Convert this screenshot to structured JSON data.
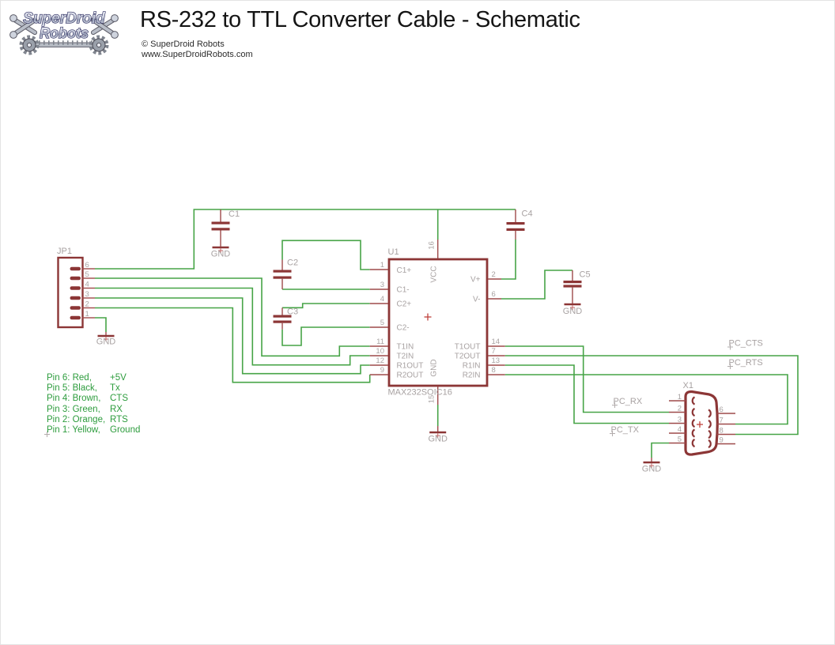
{
  "header": {
    "logo": {
      "line1": "SuperDroid",
      "line2": "Robots"
    },
    "title": "RS-232 to TTL Converter Cable - Schematic",
    "copyright": "© SuperDroid Robots",
    "website": "www.SuperDroidRobots.com"
  },
  "colors": {
    "wire_green": "#47a447",
    "component_red": "#8c3636",
    "stub_red": "#9e4a4a",
    "label_gray": "#a8a2a2",
    "legend_green": "#2d9c3d"
  },
  "legend": {
    "rows": [
      {
        "prefix": "Pin 6: Red,",
        "signal": "+5V"
      },
      {
        "prefix": "Pin 5: Black,",
        "signal": "Tx"
      },
      {
        "prefix": "Pin 4: Brown,",
        "signal": "CTS"
      },
      {
        "prefix": "Pin 3: Green,",
        "signal": "RX"
      },
      {
        "prefix": "Pin 2: Orange,",
        "signal": "RTS"
      },
      {
        "prefix": "Pin 1: Yellow,",
        "signal": "Ground"
      }
    ]
  },
  "jp1": {
    "name": "JP1",
    "pins": [
      "6",
      "5",
      "4",
      "3",
      "2",
      "1"
    ]
  },
  "u1": {
    "name": "U1",
    "value": "MAX232SOIC16",
    "vcc": "VCC",
    "gnd": "GND",
    "top_pin": "16",
    "bottom_pin": "15",
    "left_pins": [
      {
        "num": "1",
        "label": "C1+"
      },
      {
        "num": "3",
        "label": "C1-"
      },
      {
        "num": "4",
        "label": "C2+"
      },
      {
        "num": "5",
        "label": "C2-"
      },
      {
        "num": "11",
        "label": "T1IN"
      },
      {
        "num": "10",
        "label": "T2IN"
      },
      {
        "num": "12",
        "label": "R1OUT"
      },
      {
        "num": "9",
        "label": "R2OUT"
      }
    ],
    "right_pins": [
      {
        "num": "2",
        "label": "V+"
      },
      {
        "num": "6",
        "label": "V-"
      },
      {
        "num": "14",
        "label": "T1OUT"
      },
      {
        "num": "7",
        "label": "T2OUT"
      },
      {
        "num": "13",
        "label": "R1IN"
      },
      {
        "num": "8",
        "label": "R2IN"
      }
    ]
  },
  "capacitors": [
    {
      "name": "C1"
    },
    {
      "name": "C2"
    },
    {
      "name": "C3"
    },
    {
      "name": "C4"
    },
    {
      "name": "C5"
    }
  ],
  "x1": {
    "name": "X1",
    "left_pins": [
      "1",
      "2",
      "3",
      "4",
      "5"
    ],
    "right_pins": [
      "6",
      "7",
      "8",
      "9"
    ]
  },
  "net_labels": {
    "cts": "PC_CTS",
    "rts": "PC_RTS",
    "rx": "PC_RX",
    "tx": "PC_TX"
  },
  "gnd_labels": {
    "jp1": "GND",
    "c1": "GND",
    "c5": "GND",
    "u1_bottom": "GND",
    "x1": "GND"
  }
}
